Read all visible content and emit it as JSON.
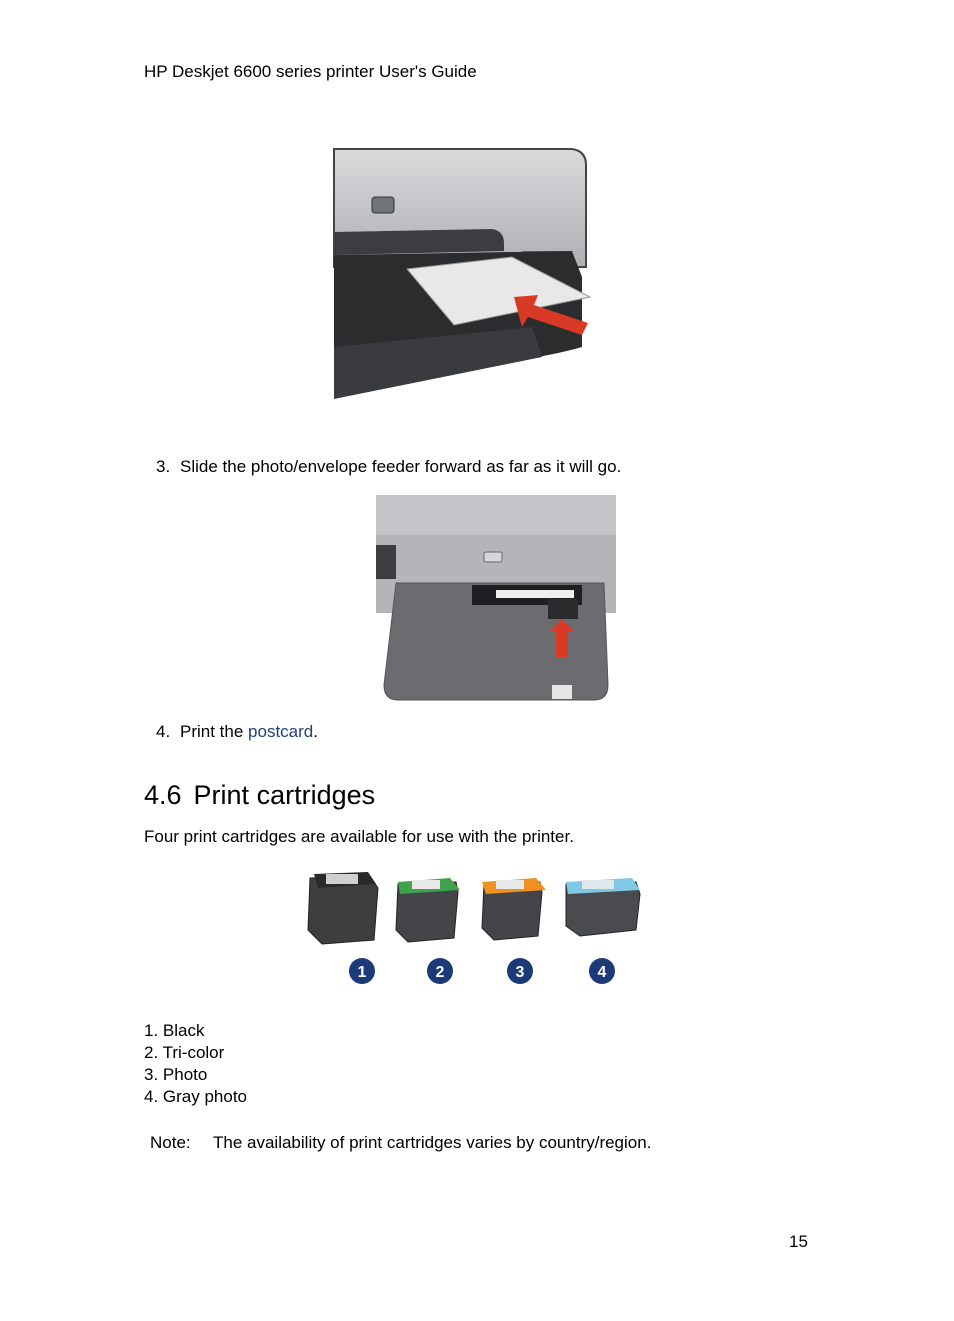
{
  "header": {
    "title": "HP Deskjet 6600 series printer User's Guide"
  },
  "figures": {
    "feed_postcard": {
      "alt": "Postcard inserted into photo/envelope feeder with red arrow",
      "arrow_color": "#d83a26"
    },
    "slide_feeder": {
      "alt": "Photo/envelope feeder slid forward with red arrow",
      "arrow_color": "#d83a26"
    },
    "cartridges": {
      "alt": "Four print cartridges numbered 1 to 4",
      "badge_color": "#1c3a78",
      "items": [
        {
          "number": "1",
          "accent": "#2a2a2a"
        },
        {
          "number": "2",
          "accent": "#3fa34d"
        },
        {
          "number": "3",
          "accent": "#f0901e"
        },
        {
          "number": "4",
          "accent": "#7fc8e6"
        }
      ]
    }
  },
  "steps": [
    {
      "number": "3.",
      "text": "Slide the photo/envelope feeder forward as far as it will go."
    },
    {
      "number": "4.",
      "text_before": "Print the ",
      "link": "postcard",
      "text_after": "."
    }
  ],
  "section": {
    "number": "4.6",
    "title": "Print cartridges",
    "intro": "Four print cartridges are available for use with the printer.",
    "list": [
      "1. Black",
      "2. Tri-color",
      "3. Photo",
      "4. Gray photo"
    ],
    "note_label": "Note:",
    "note_text": "The availability of print cartridges varies by country/region."
  },
  "footer": {
    "page_number": "15"
  },
  "colors": {
    "link": "#1f3f7a",
    "text": "#000000"
  }
}
